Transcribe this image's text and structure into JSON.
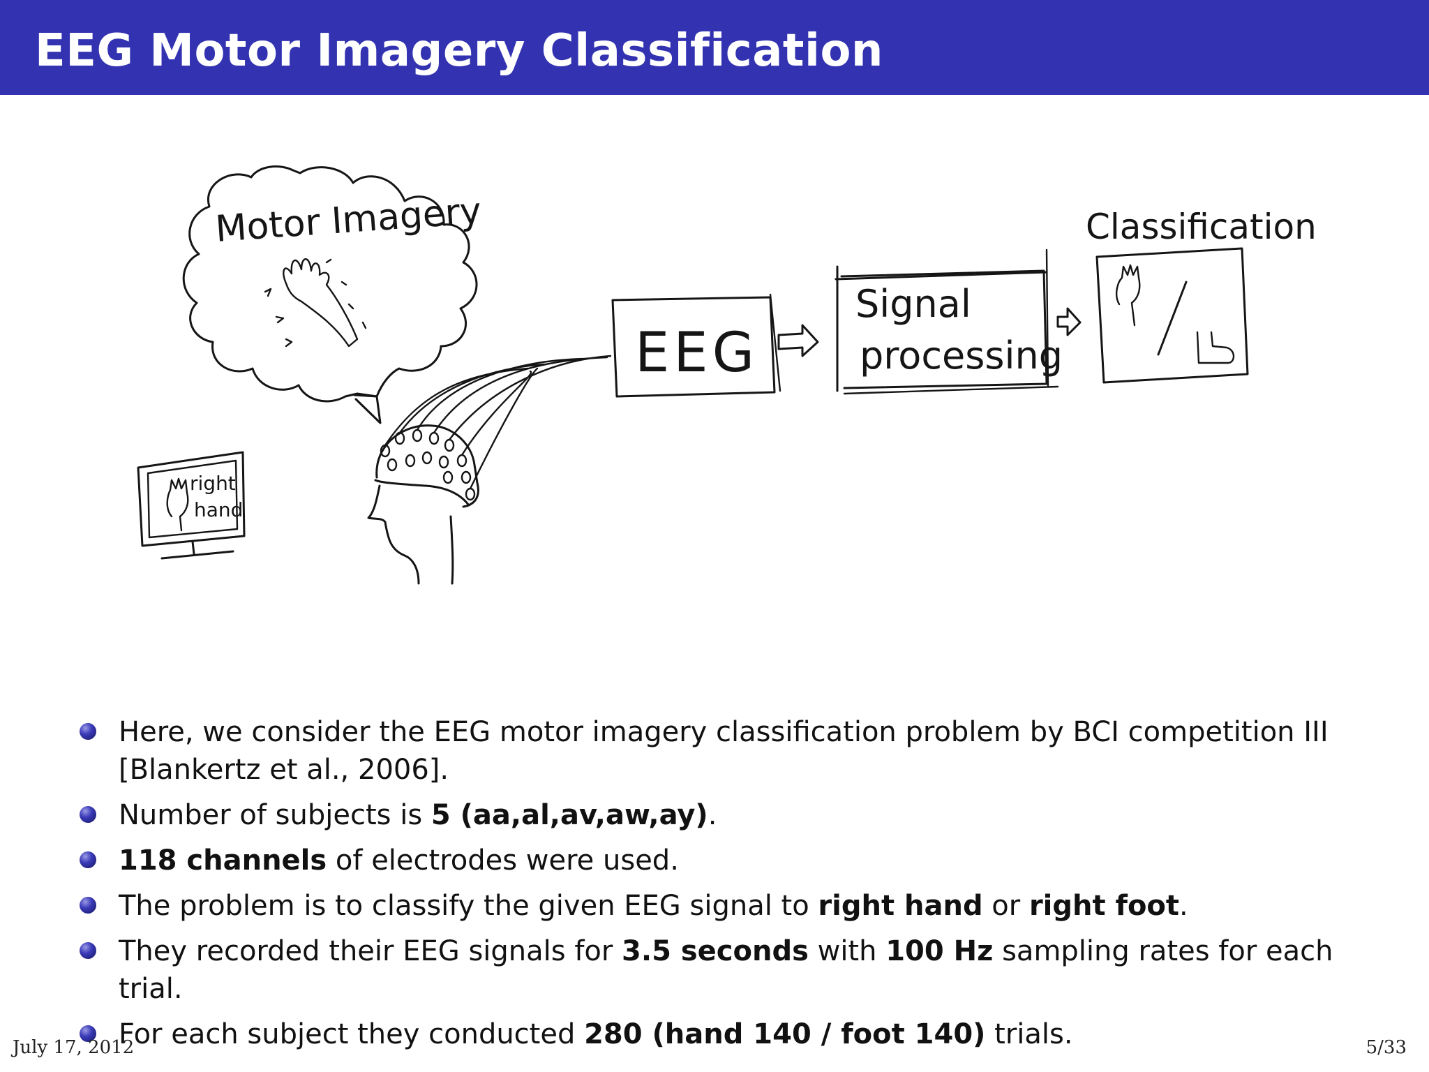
{
  "slide": {
    "title": "EEG Motor Imagery Classification",
    "theme_color": "#3333b2",
    "footer_date": "July 17, 2012",
    "page_number": "5/33"
  },
  "figure": {
    "thought_label": "Motor Imagery",
    "eeg_label": "EEG",
    "signal_label_line1": "Signal",
    "signal_label_line2": "processing",
    "classification_label": "Classification",
    "monitor_label_line1": "right",
    "monitor_label_line2": "hand"
  },
  "bullets": [
    {
      "parts": [
        {
          "text": "Here, we consider the EEG motor imagery classification problem by BCI competition III [Blankertz et al., 2006].",
          "bold": false
        }
      ]
    },
    {
      "parts": [
        {
          "text": "Number of subjects is ",
          "bold": false
        },
        {
          "text": "5 (aa,al,av,aw,ay)",
          "bold": true
        },
        {
          "text": ".",
          "bold": false
        }
      ]
    },
    {
      "parts": [
        {
          "text": "118 channels",
          "bold": true
        },
        {
          "text": " of electrodes were used.",
          "bold": false
        }
      ]
    },
    {
      "parts": [
        {
          "text": "The problem is to classify the given EEG signal to ",
          "bold": false
        },
        {
          "text": "right hand",
          "bold": true
        },
        {
          "text": " or ",
          "bold": false
        },
        {
          "text": "right foot",
          "bold": true
        },
        {
          "text": ".",
          "bold": false
        }
      ]
    },
    {
      "parts": [
        {
          "text": "They recorded their EEG signals for ",
          "bold": false
        },
        {
          "text": "3.5 seconds",
          "bold": true
        },
        {
          "text": " with ",
          "bold": false
        },
        {
          "text": "100 Hz",
          "bold": true
        },
        {
          "text": " sampling rates for each trial.",
          "bold": false
        }
      ]
    },
    {
      "parts": [
        {
          "text": "For each subject they conducted ",
          "bold": false
        },
        {
          "text": "280 (hand 140 / foot 140)",
          "bold": true
        },
        {
          "text": " trials.",
          "bold": false
        }
      ]
    }
  ]
}
